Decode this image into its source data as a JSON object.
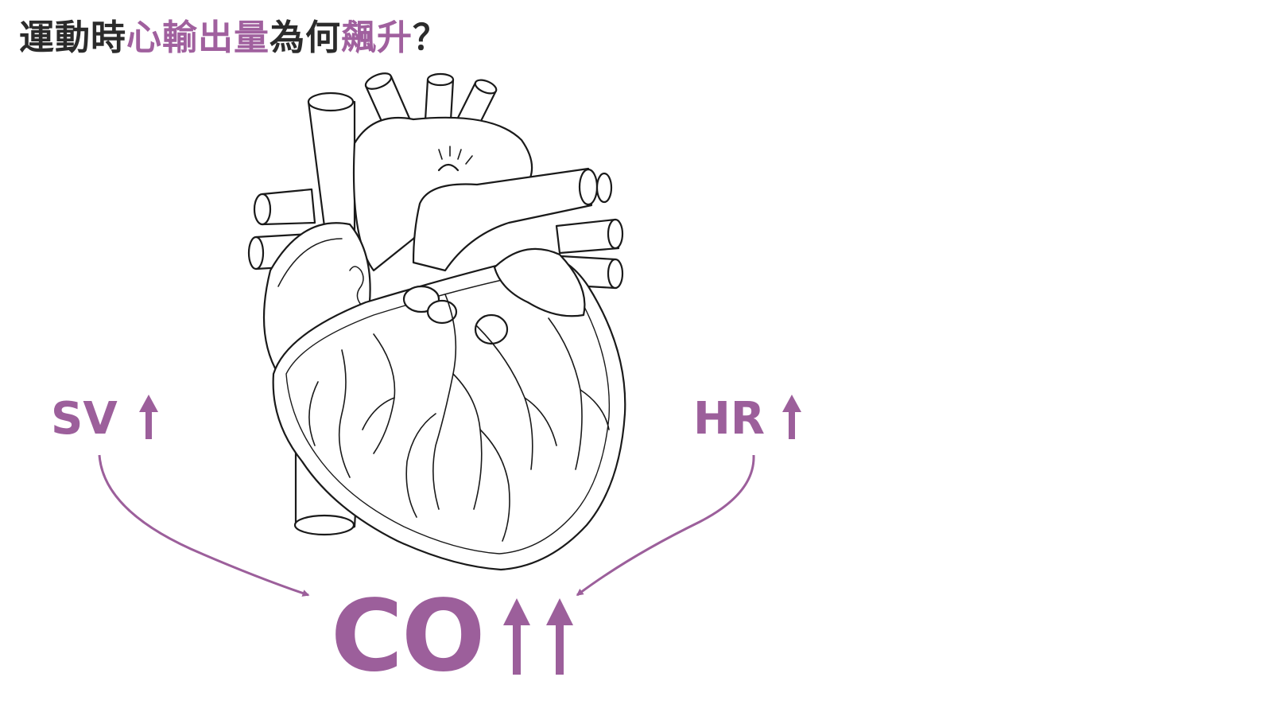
{
  "title": {
    "part1": "運動時",
    "part2": "心輸出量",
    "part3": "為何",
    "part4": "飆升",
    "part5": "？"
  },
  "labels": {
    "sv": "SV",
    "hr": "HR",
    "co": "CO"
  },
  "colors": {
    "accent": "#9c5f9b",
    "title_text": "#2b2b2b",
    "line_art": "#1a1a1a",
    "background": "#ffffff"
  },
  "icons": {
    "sv": "up-arrow-icon",
    "hr": "up-arrow-icon",
    "co": "double-up-arrow-icon"
  }
}
